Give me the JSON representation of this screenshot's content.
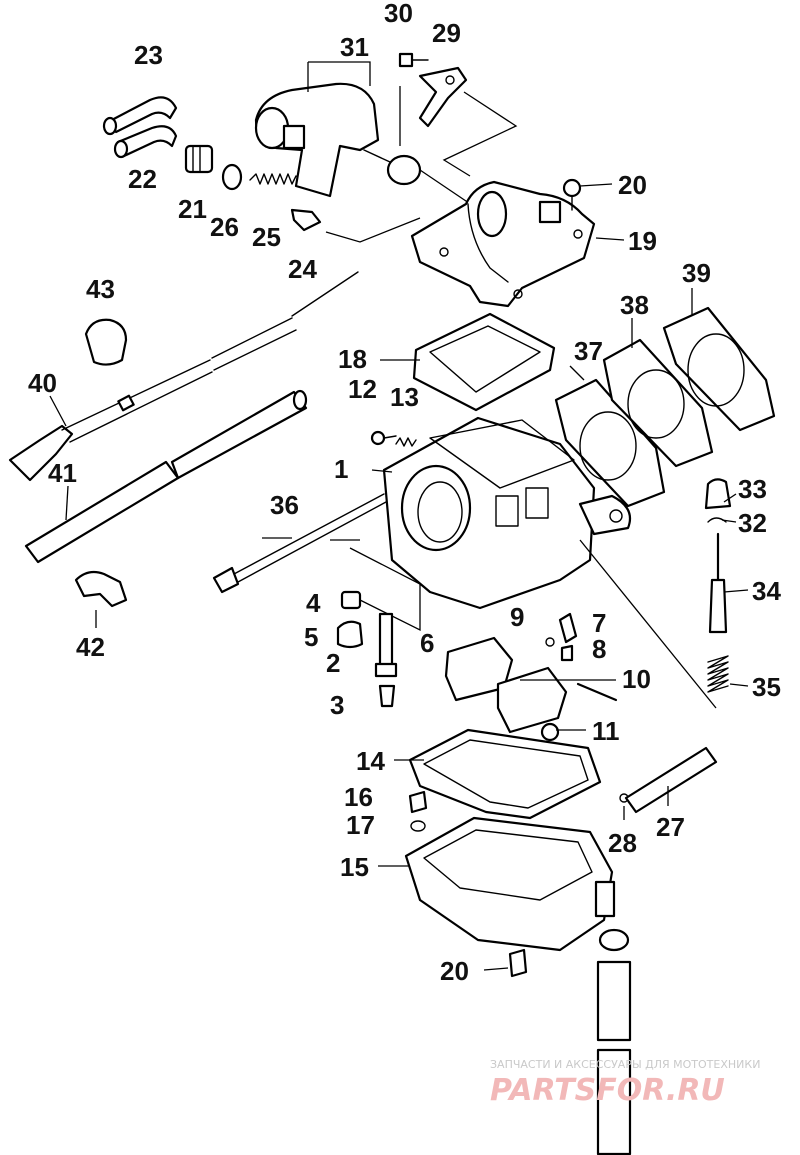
{
  "labels": {
    "1": "1",
    "2": "2",
    "3": "3",
    "4": "4",
    "5": "5",
    "6": "6",
    "7": "7",
    "8": "8",
    "9": "9",
    "10": "10",
    "11": "11",
    "12": "12",
    "13": "13",
    "14": "14",
    "15": "15",
    "16": "16",
    "17": "17",
    "18": "18",
    "19": "19",
    "20": "20",
    "20b": "20",
    "21": "21",
    "22": "22",
    "23": "23",
    "24": "24",
    "25": "25",
    "26": "26",
    "27": "27",
    "28": "28",
    "29": "29",
    "30": "30",
    "31": "31",
    "32": "32",
    "33": "33",
    "34": "34",
    "35": "35",
    "36": "36",
    "37": "37",
    "38": "38",
    "39": "39",
    "40": "40",
    "41": "41",
    "42": "42",
    "43": "43"
  },
  "watermark": {
    "tagline": "ЗАПЧАСТИ И АКСЕССУАРЫ ДЛЯ МОТОТЕХНИКИ",
    "brand": "PARTSFOR.RU"
  },
  "colors": {
    "line": "#000000",
    "watermark": "#f2b8b8"
  }
}
